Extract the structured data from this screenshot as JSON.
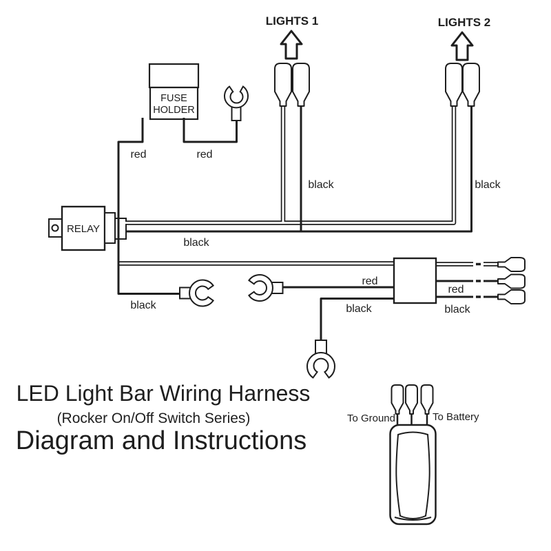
{
  "title": {
    "line1": "LED Light Bar Wiring Harness",
    "line2": "(Rocker On/Off Switch Series)",
    "line3": "Diagram and Instructions"
  },
  "lights": {
    "lights1_label": "LIGHTS 1",
    "lights2_label": "LIGHTS 2"
  },
  "components": {
    "fuse_line1": "FUSE",
    "fuse_line2": "HOLDER",
    "relay": "RELAY"
  },
  "wire_labels": {
    "fuse_red_left": "red",
    "fuse_red_right": "red",
    "light1_black": "black",
    "light2_black": "black",
    "relay_bus_black": "black",
    "ground_black": "black",
    "switch_red": "red",
    "switch_black": "black",
    "output_red": "red",
    "output_black": "black"
  },
  "switch": {
    "to_ground": "To Ground",
    "to_battery": "To Battery"
  },
  "colors": {
    "line": "#1e1e1e",
    "background": "#ffffff"
  }
}
